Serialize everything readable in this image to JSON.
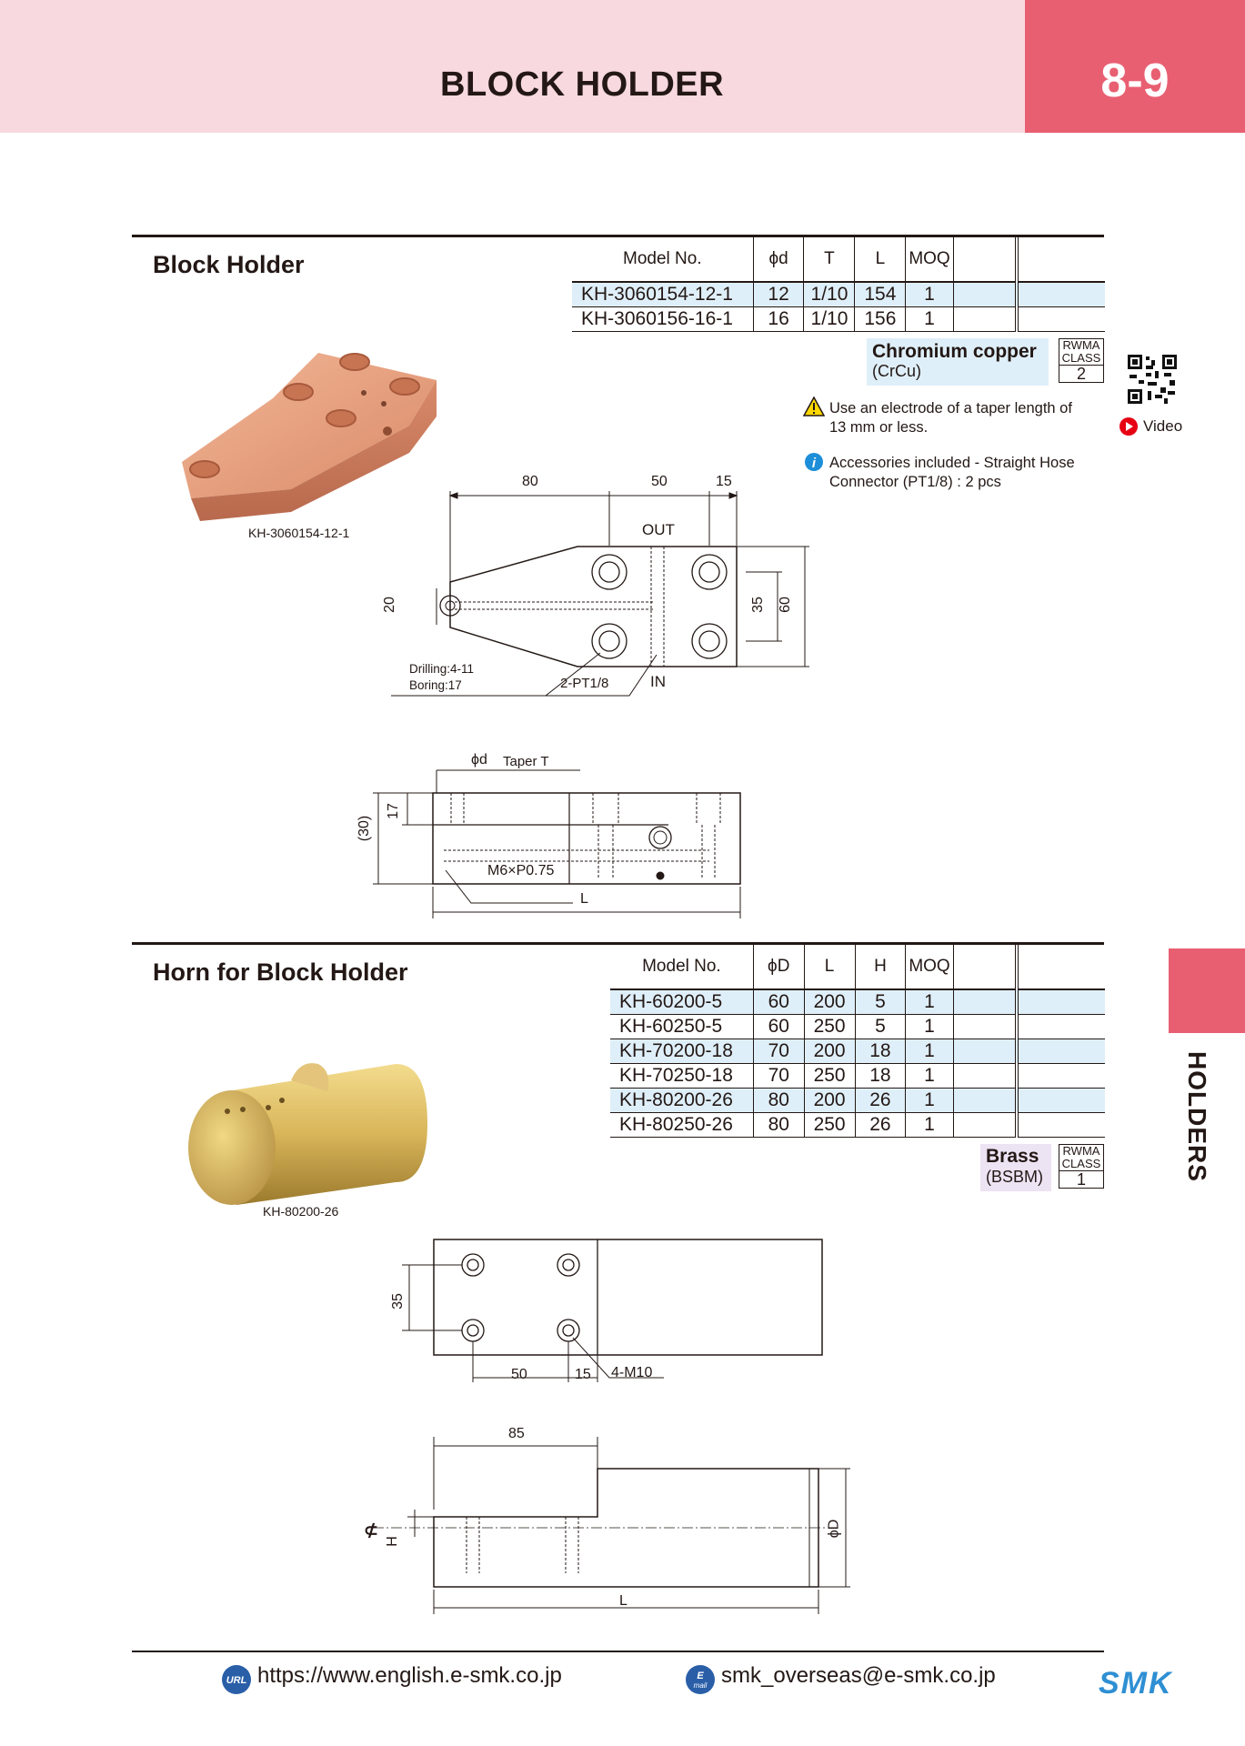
{
  "header": {
    "title": "BLOCK HOLDER",
    "page": "8-9"
  },
  "block_holder": {
    "title": "Block Holder",
    "columns": [
      "Model No.",
      "ϕd",
      "T",
      "L",
      "MOQ"
    ],
    "rows": [
      {
        "model": "KH-3060154-12-1",
        "d": "12",
        "t": "1/10",
        "l": "154",
        "moq": "1"
      },
      {
        "model": "KH-3060156-16-1",
        "d": "16",
        "t": "1/10",
        "l": "156",
        "moq": "1"
      }
    ],
    "material": {
      "name": "Chromium copper",
      "sub": "(CrCu)",
      "rwma": "RWMA",
      "class_label": "CLASS",
      "class_value": "2"
    },
    "notes": {
      "warning_line1": "Use an electrode of a taper length of",
      "warning_line2": "13 mm or less.",
      "info_line1": "Accessories included - Straight Hose",
      "info_line2": "Connector (PT1/8) : 2 pcs"
    },
    "video_label": "Video",
    "photo_caption": "KH-3060154-12-1",
    "drawing": {
      "dim_80": "80",
      "dim_50": "50",
      "dim_15": "15",
      "out": "OUT",
      "in": "IN",
      "dim_20": "20",
      "dim_35": "35",
      "dim_60": "60",
      "drilling": "Drilling:4-11",
      "boring": "Boring:17",
      "pt": "2-PT1/8",
      "phid": "ϕd",
      "taper": "Taper T",
      "dim_30": "(30)",
      "dim_17": "17",
      "m6": "M6×P0.75",
      "l": "L"
    }
  },
  "horn": {
    "title": "Horn for Block Holder",
    "columns": [
      "Model No.",
      "ϕD",
      "L",
      "H",
      "MOQ"
    ],
    "rows": [
      {
        "model": "KH-60200-5",
        "d": "60",
        "l": "200",
        "h": "5",
        "moq": "1"
      },
      {
        "model": "KH-60250-5",
        "d": "60",
        "l": "250",
        "h": "5",
        "moq": "1"
      },
      {
        "model": "KH-70200-18",
        "d": "70",
        "l": "200",
        "h": "18",
        "moq": "1"
      },
      {
        "model": "KH-70250-18",
        "d": "70",
        "l": "250",
        "h": "18",
        "moq": "1"
      },
      {
        "model": "KH-80200-26",
        "d": "80",
        "l": "200",
        "h": "26",
        "moq": "1"
      },
      {
        "model": "KH-80250-26",
        "d": "80",
        "l": "250",
        "h": "26",
        "moq": "1"
      }
    ],
    "material": {
      "name": "Brass",
      "sub": "(BSBM)",
      "rwma": "RWMA",
      "class_label": "CLASS",
      "class_value": "1"
    },
    "photo_caption": "KH-80200-26",
    "drawing": {
      "dim_35": "35",
      "dim_50": "50",
      "dim_15": "15",
      "m10": "4-M10",
      "dim_85": "85",
      "h": "H",
      "phid": "ϕD",
      "l": "L"
    }
  },
  "side_label": "HOLDERS",
  "footer": {
    "url": "https://www.english.e-smk.co.jp",
    "email": "smk_overseas@e-smk.co.jp",
    "logo": "SMK"
  },
  "colors": {
    "header_bg": "#f7d9df",
    "accent": "#e95f72",
    "row_highlight": "#dfeff9",
    "logo": "#2e8fd3"
  }
}
